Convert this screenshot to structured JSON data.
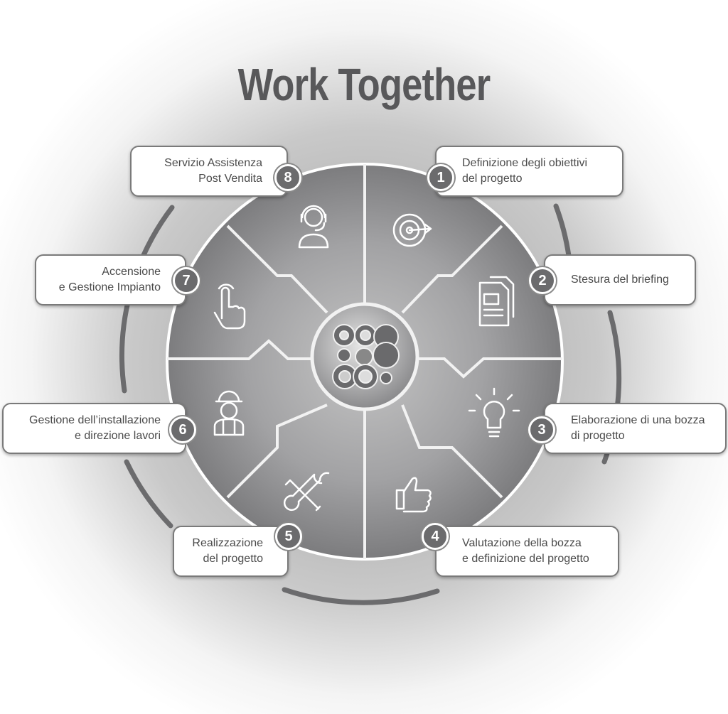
{
  "title": "Work Together",
  "steps": [
    {
      "number": "1",
      "line1": "Definizione degli obiettivi",
      "line2": "del progetto",
      "icon": "target-icon"
    },
    {
      "number": "2",
      "line1": "Stesura del briefing",
      "line2": "",
      "icon": "documents-icon"
    },
    {
      "number": "3",
      "line1": "Elaborazione di una bozza",
      "line2": "di progetto",
      "icon": "lightbulb-icon"
    },
    {
      "number": "4",
      "line1": "Valutazione della bozza",
      "line2": "e definizione del progetto",
      "icon": "thumbs-up-icon"
    },
    {
      "number": "5",
      "line1": "Realizzazione",
      "line2": "del progetto",
      "icon": "tools-icon"
    },
    {
      "number": "6",
      "line1": "Gestione dell’installazione",
      "line2": "e direzione lavori",
      "icon": "worker-icon"
    },
    {
      "number": "7",
      "line1": "Accensione",
      "line2": "e Gestione Impianto",
      "icon": "hand-pointer-icon"
    },
    {
      "number": "8",
      "line1": "Servizio Assistenza",
      "line2": "Post Vendita",
      "icon": "headset-icon"
    }
  ],
  "colors": {
    "wheel": "#8e8e90",
    "badge": "#6b6b6d",
    "text": "#4a4a4a",
    "title": "#58585a"
  }
}
